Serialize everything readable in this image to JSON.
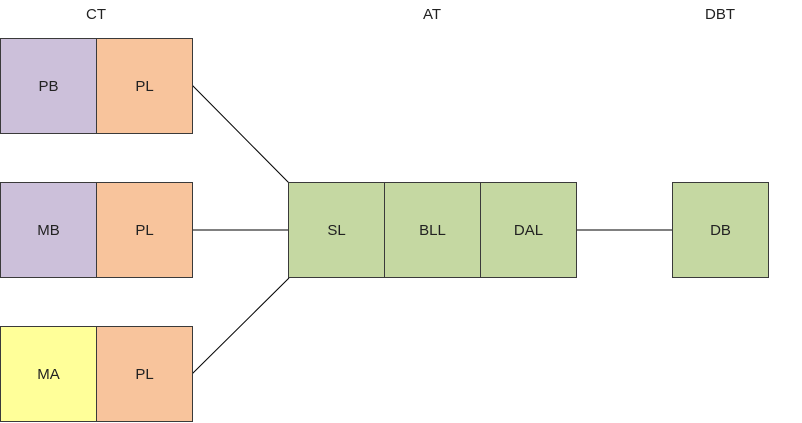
{
  "tiers": {
    "client": "CT",
    "application": "AT",
    "database": "DBT"
  },
  "clients": [
    {
      "left_label": "PB",
      "right_label": "PL"
    },
    {
      "left_label": "MB",
      "right_label": "PL"
    },
    {
      "left_label": "MA",
      "right_label": "PL"
    }
  ],
  "app_layers": [
    "SL",
    "BLL",
    "DAL"
  ],
  "database_box": "DB",
  "colors": {
    "browser": "#ccc0da",
    "mobile_app": "#ffff99",
    "presentation": "#f8c49c",
    "application": "#c5d8a2",
    "border": "#3a3a3a",
    "line": "#000000"
  }
}
